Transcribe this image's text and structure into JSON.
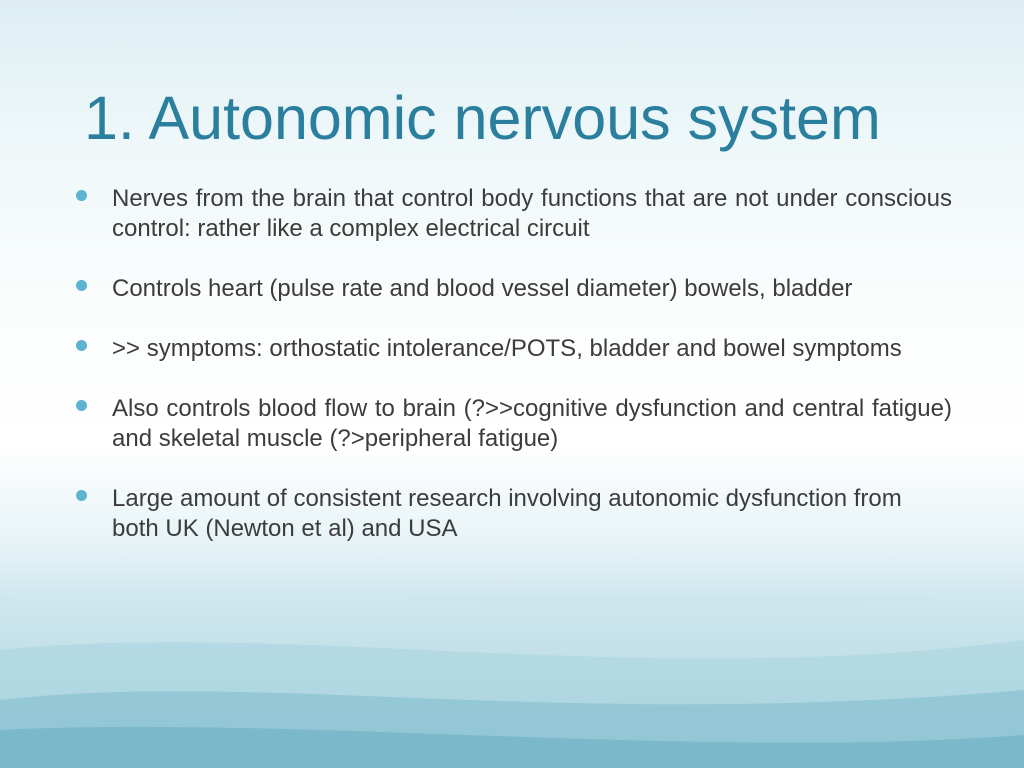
{
  "slide": {
    "title": "1. Autonomic nervous system",
    "bullets": [
      {
        "text": "Nerves from the brain that control body functions that are not under conscious control: rather like a complex electrical circuit"
      },
      {
        "text": "Controls heart (pulse rate and blood vessel diameter) bowels, bladder"
      },
      {
        "text": ">> symptoms: orthostatic intolerance/POTS, bladder and bowel symptoms"
      },
      {
        "text": "Also controls blood flow to brain (?>>cognitive dysfunction and central fatigue) and skeletal muscle (?>peripheral fatigue)"
      },
      {
        "text": "Large amount of consistent research involving autonomic dysfunction from both UK (Newton et al) and USA"
      }
    ]
  },
  "theme": {
    "title_color": "#2a7f9e",
    "body_text_color": "#3c3c3c",
    "bullet_color": "#5db3d0",
    "wave_color": "#6fb4c7"
  }
}
